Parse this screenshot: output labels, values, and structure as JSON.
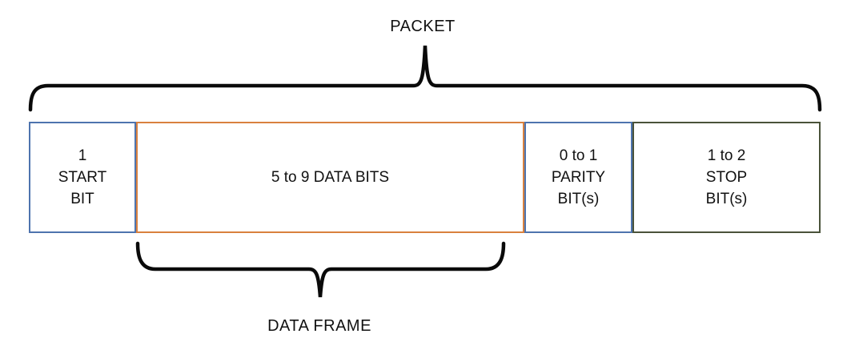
{
  "diagram": {
    "packet_label": "PACKET",
    "data_frame_label": "DATA FRAME",
    "boxes": [
      {
        "name": "start-bit",
        "lines": [
          "1",
          "START",
          "BIT"
        ],
        "border_color": "#4e74ae"
      },
      {
        "name": "data-bits",
        "lines": [
          "5 to 9 DATA BITS"
        ],
        "border_color": "#d9813e"
      },
      {
        "name": "parity-bit",
        "lines": [
          "0 to 1",
          "PARITY",
          "BIT(s)"
        ],
        "border_color": "#4e74ae"
      },
      {
        "name": "stop-bit",
        "lines": [
          "1 to 2",
          "STOP",
          "BIT(s)"
        ],
        "border_color": "#4a533a"
      }
    ],
    "colors": {
      "brace": "#0a0a0a",
      "text": "#111111",
      "background": "#ffffff"
    }
  }
}
